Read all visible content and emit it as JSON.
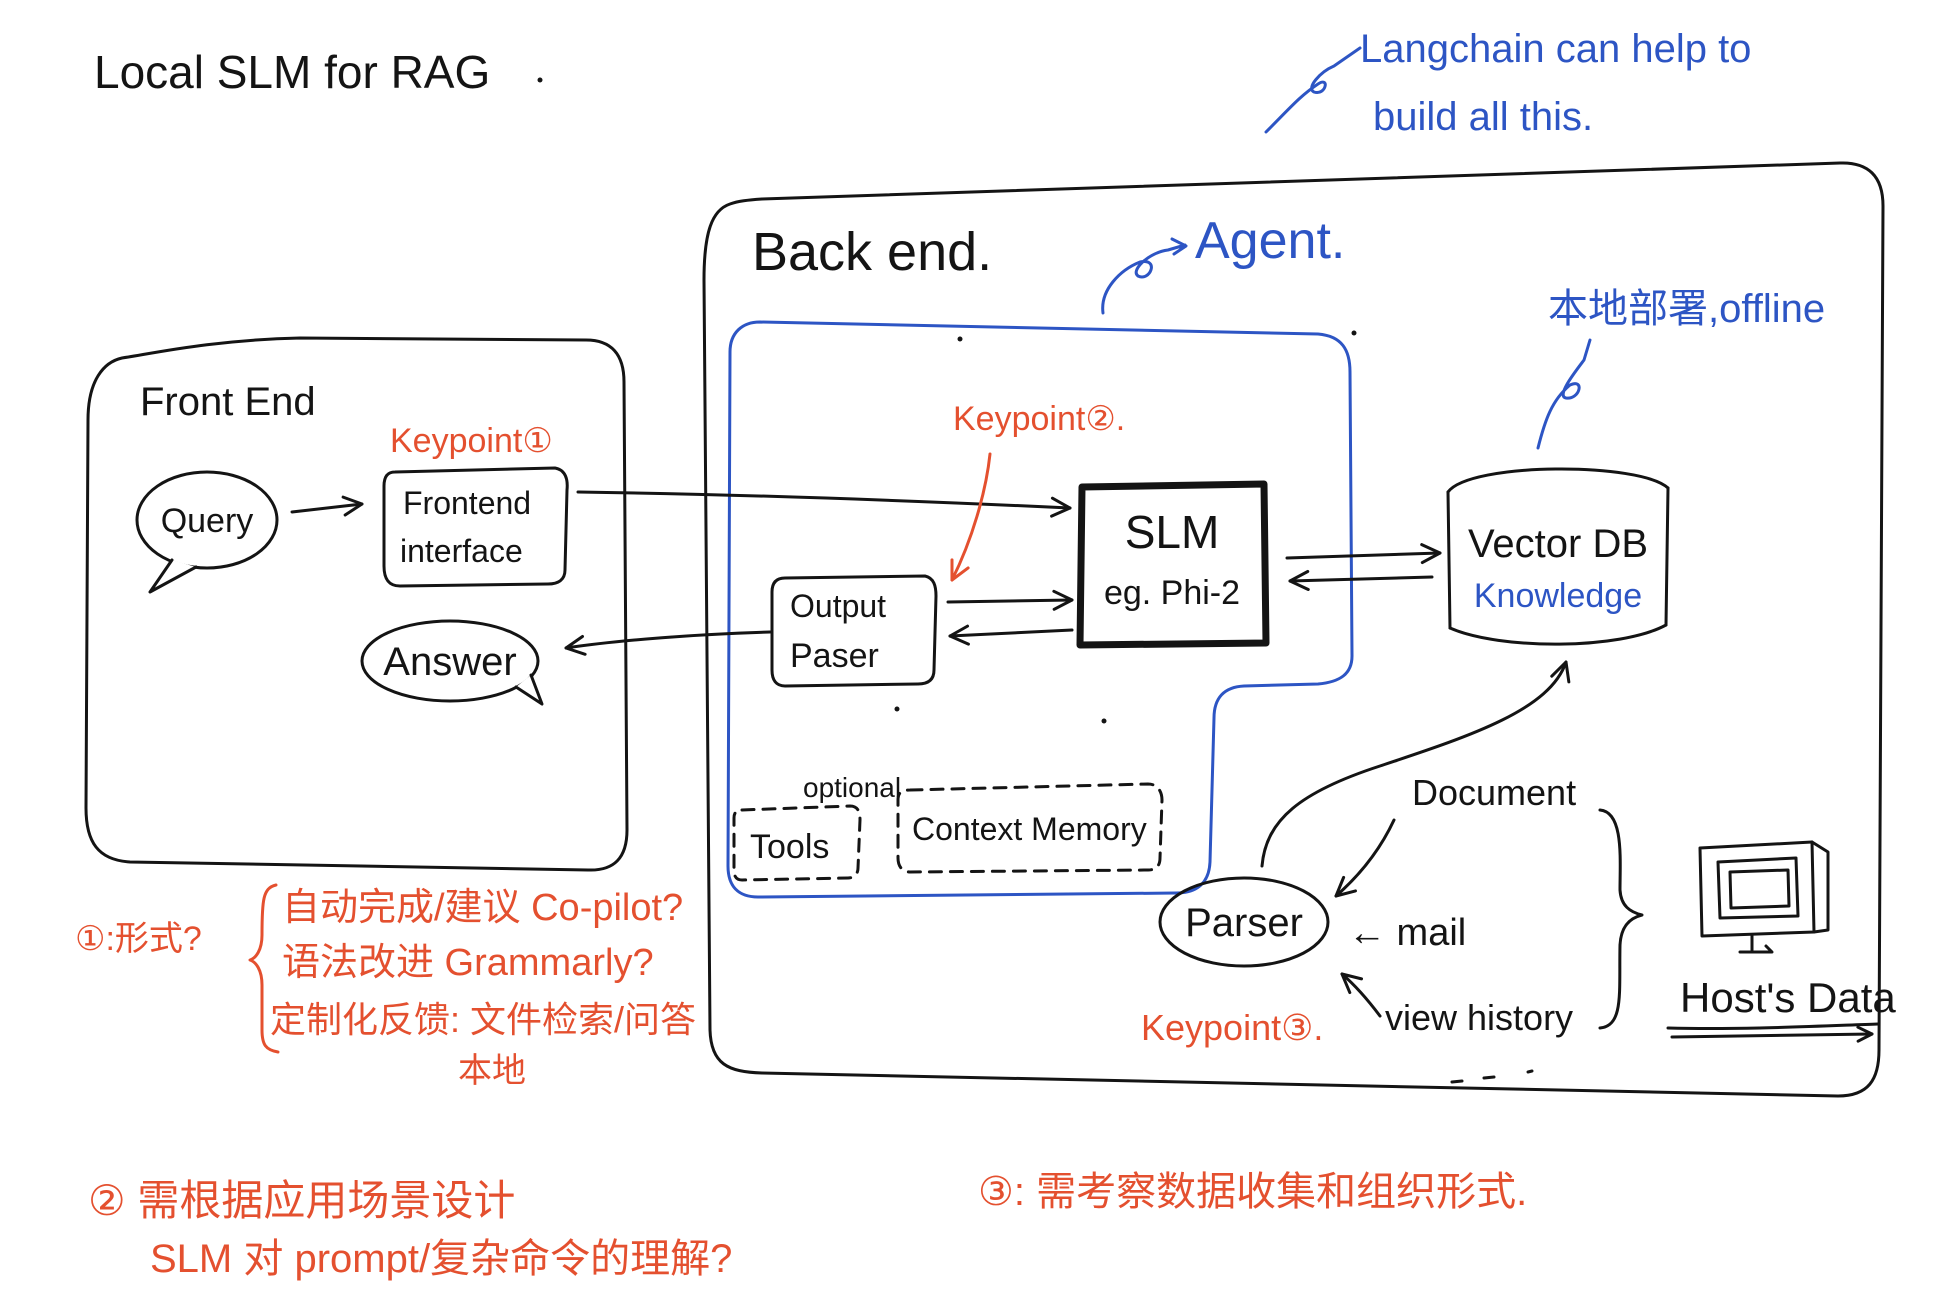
{
  "title": "Local SLM for RAG",
  "colors": {
    "ink": "#141414",
    "blue": "#2d55c4",
    "red": "#e4502f",
    "background": "#ffffff"
  },
  "annotations": {
    "langchain": [
      "Langchain can help to",
      "build all this."
    ],
    "agent": "Agent.",
    "offline": "本地部署,offline"
  },
  "frontend": {
    "label": "Front End",
    "keypoint": "Keypoint①",
    "query": "Query",
    "interface": [
      "Frontend",
      "interface"
    ],
    "answer": "Answer"
  },
  "backend": {
    "label": "Back end.",
    "keypoint": "Keypoint②.",
    "slm": [
      "SLM",
      "eg. Phi-2"
    ],
    "output_parser": [
      "Output",
      "Paser"
    ],
    "optional": {
      "label": "optional",
      "tools": "Tools",
      "context_memory": "Context Memory"
    },
    "vector_db": [
      "Vector DB",
      "Knowledge"
    ],
    "parser": "Parser",
    "sources": {
      "document": "Document",
      "mail": "← mail",
      "view_history": "view history"
    },
    "keypoint3": "Keypoint③.",
    "host_data": "Host's Data"
  },
  "notes": {
    "note1": {
      "marker": "①:形式?",
      "items": [
        "自动完成/建议 Co-pilot?",
        "语法改进 Grammarly?",
        "定制化反馈: 文件检索/问答"
      ],
      "insert": "本地"
    },
    "note2": [
      "② 需根据应用场景设计",
      "SLM 对 prompt/复杂命令的理解?"
    ],
    "note3": "③: 需考察数据收集和组织形式."
  },
  "icons": {
    "host_data": "monitor-icon"
  }
}
